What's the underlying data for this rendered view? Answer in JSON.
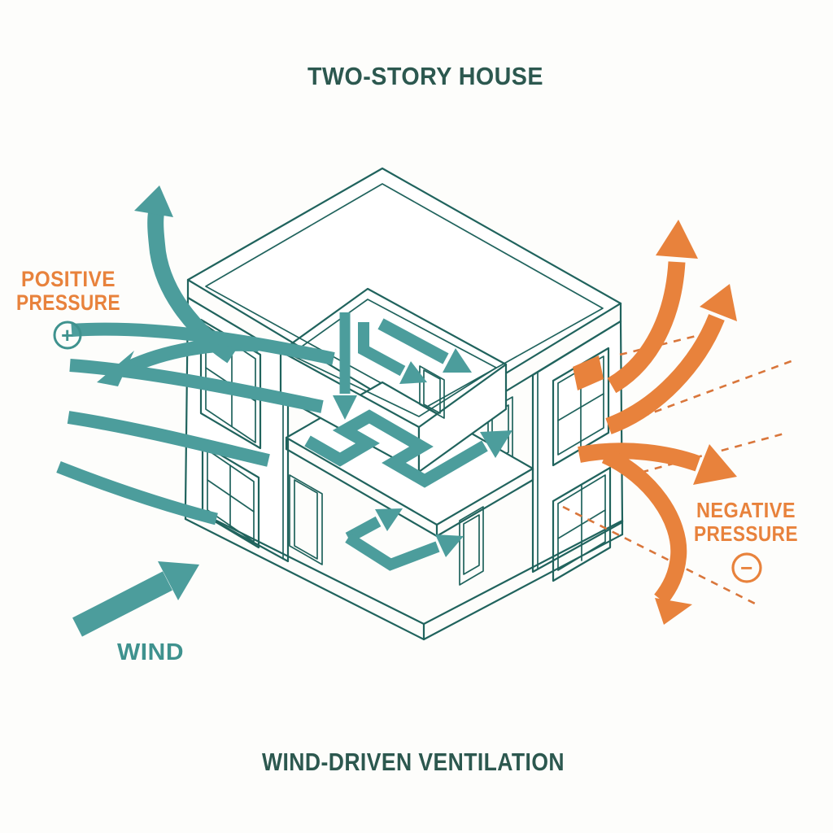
{
  "title": "TWO-STORY HOUSE",
  "footer_title": "WIND-DRIVEN VENTILATION",
  "labels": {
    "positive_line1": "POSITIVE",
    "positive_line2": "PRESSURE",
    "positive_symbol": "+",
    "negative_line1": "NEGATIVE",
    "negative_line2": "PRESSURE",
    "negative_symbol": "−",
    "wind": "WIND"
  },
  "colors": {
    "background": "#FDFDFB",
    "house_outline": "#20635D",
    "heading_text": "#2C584F",
    "teal_arrow": "#4C9D9C",
    "wind_text": "#3F928E",
    "orange_arrow": "#E8823C",
    "orange_dashed": "#D9763B"
  },
  "diagram": {
    "type": "isometric cutaway house ventilation diagram",
    "teal_flows": [
      "incoming wind arrow (bottom left)",
      "deflected upward curve over roof",
      "reflected outward arrow from windward wall",
      "three inflow bands entering upper-left window",
      "inflow band toward lower-left window",
      "upper floor cross-flow arrows toward leeward window",
      "mid-floor meander flow toward leeward side",
      "ground floor circulation split arrows"
    ],
    "orange_flows": [
      "two exhaust curves rising from upper-right window",
      "straight exhaust arrow from lower-right window",
      "downward curling exhaust from lower-right window",
      "four dashed suction sight-lines radiating right"
    ]
  }
}
